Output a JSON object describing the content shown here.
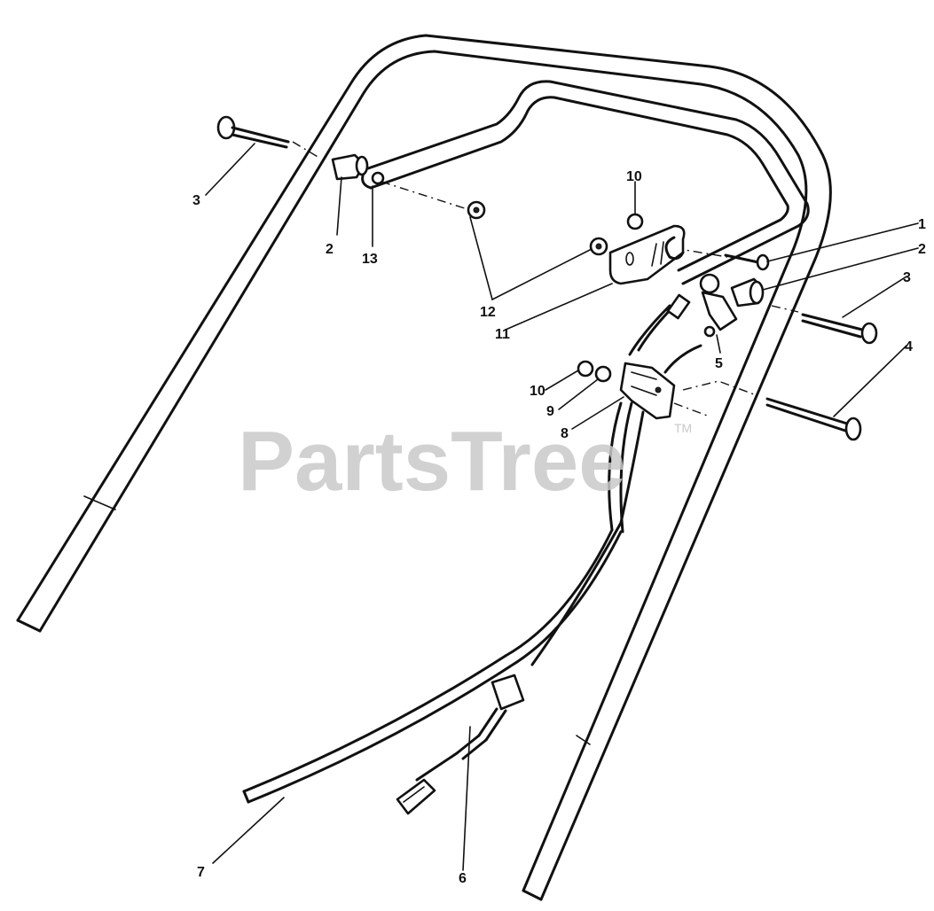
{
  "watermark": {
    "text": "PartsTree",
    "trademark": "TM"
  },
  "callouts": {
    "c1": "1",
    "c2a": "2",
    "c2b": "2",
    "c3a": "3",
    "c3b": "3",
    "c4": "4",
    "c5": "5",
    "c6": "6",
    "c7": "7",
    "c8": "8",
    "c9": "9",
    "c10a": "10",
    "c10b": "10",
    "c11": "11",
    "c12": "12",
    "c13": "13"
  }
}
